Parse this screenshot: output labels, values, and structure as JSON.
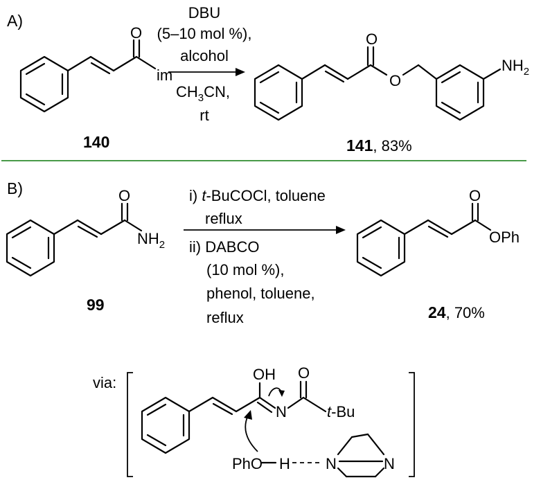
{
  "panel_a": {
    "tag": "A)",
    "reactant_label": "140",
    "reactant_group": "im",
    "reactant_carbonyl_O": "O",
    "conditions": [
      "DBU",
      "(5–10 mol %),",
      "alcohol"
    ],
    "solvent_main": "CH",
    "solvent_sub": "3",
    "solvent_end": "CN,",
    "temperature": "rt",
    "product_label": "141",
    "product_yield": ", 83%",
    "product_carbonyl_O": "O",
    "product_ester_O": "O",
    "product_amine_main": "NH",
    "product_amine_sub": "2"
  },
  "panel_b": {
    "tag": "B)",
    "reactant_label": "99",
    "reactant_carbonyl_O": "O",
    "reactant_amide_main": "NH",
    "reactant_amide_sub": "2",
    "step1_prefix": "i) ",
    "step1_italic": "t",
    "step1_rest": "-BuCOCl, toluene",
    "step1_line2": "reflux",
    "step2_lines": [
      "ii) DABCO",
      "(10 mol %),",
      "phenol, toluene,",
      "reflux"
    ],
    "product_label": "24",
    "product_yield": ", 70%",
    "product_carbonyl_O": "O",
    "product_ester": "OPh"
  },
  "intermediate": {
    "via_label": "via:",
    "oh_label": "OH",
    "n_label": "N",
    "acyl_O": "O",
    "t_italic": "t",
    "bu_label": "-Bu",
    "pho_label": "PhO",
    "h_label": "H",
    "dabco_n1": "N",
    "dabco_n2": "N"
  },
  "colors": {
    "divider": "#2e8b2e",
    "ink": "#000000",
    "background": "#ffffff"
  }
}
